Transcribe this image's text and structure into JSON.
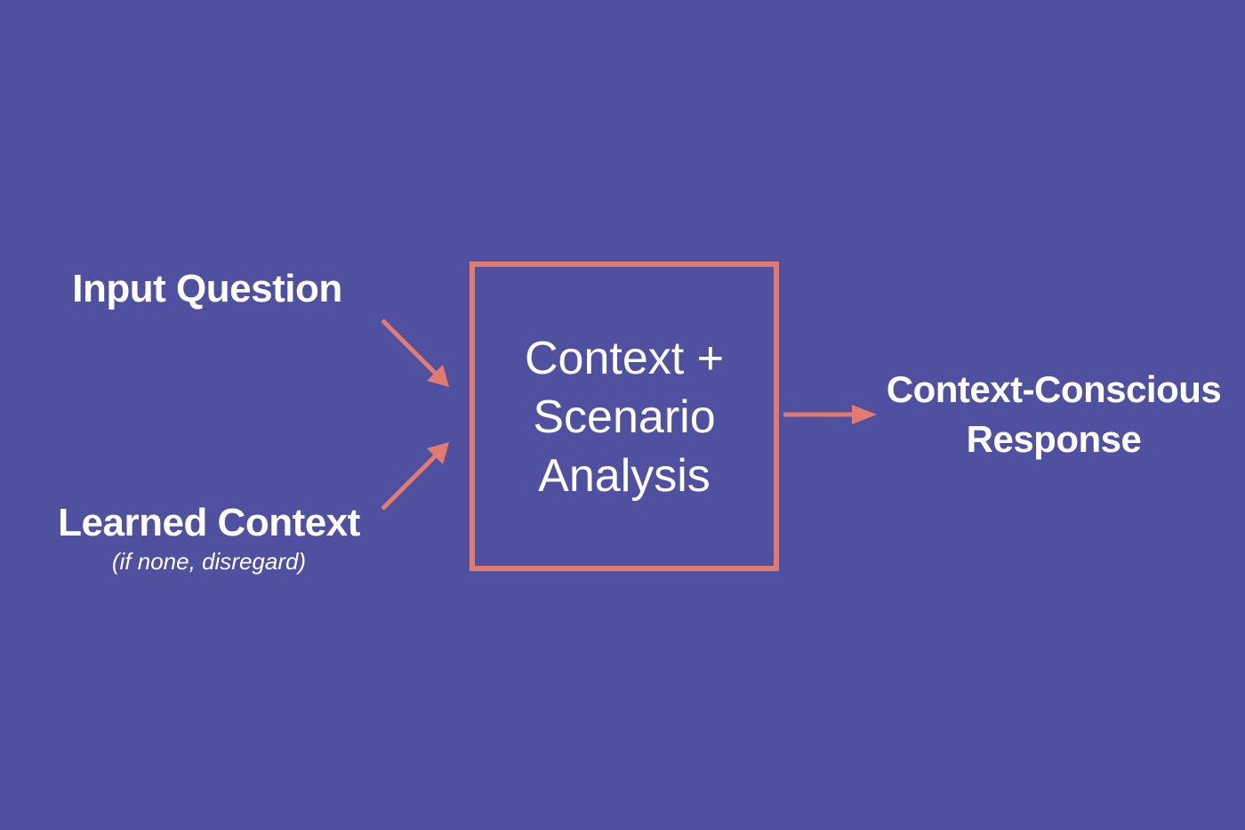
{
  "inputs": {
    "question_label": "Input Question",
    "learned_label": "Learned Context",
    "learned_note": "(if none, disregard)"
  },
  "process": {
    "line1": "Context +",
    "line2": "Scenario",
    "line3": "Analysis"
  },
  "output": {
    "line1": "Context-Conscious",
    "line2": "Response"
  },
  "colors": {
    "background": "#4f50a0",
    "accent": "#e27b6f",
    "text": "#ffffff"
  }
}
